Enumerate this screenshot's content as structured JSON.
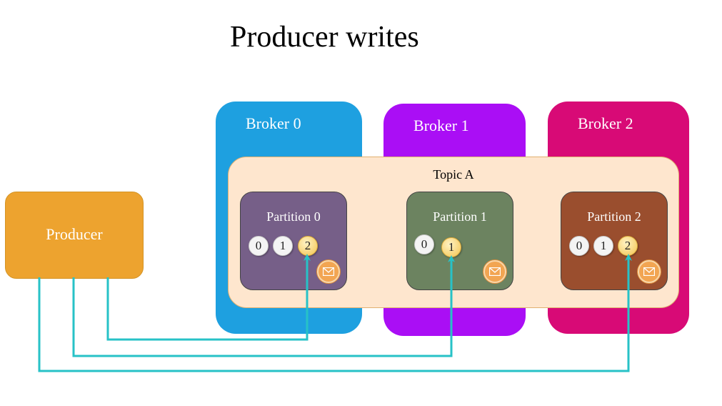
{
  "title": "Producer writes",
  "colors": {
    "broker0": "#1ea0e0",
    "broker1": "#aa0ef5",
    "broker2": "#d80a76",
    "topic": "#fee6ce",
    "partition0": "#765f88",
    "partition1": "#6c8360",
    "partition2": "#9a4e2e",
    "producer": "#eda32f",
    "arrow": "#27c2c7"
  },
  "brokers": [
    {
      "label": "Broker 0"
    },
    {
      "label": "Broker 1"
    },
    {
      "label": "Broker 2"
    }
  ],
  "topic": {
    "label": "Topic A",
    "partitions": [
      {
        "label": "Partition 0",
        "offsets": [
          "0",
          "1",
          "2"
        ],
        "new_offset": "2",
        "icon": "envelope-icon"
      },
      {
        "label": "Partition 1",
        "offsets": [
          "0",
          "1"
        ],
        "new_offset": "1",
        "icon": "envelope-icon"
      },
      {
        "label": "Partition 2",
        "offsets": [
          "0",
          "1",
          "2"
        ],
        "new_offset": "2",
        "icon": "envelope-icon"
      }
    ]
  },
  "producer": {
    "label": "Producer"
  }
}
